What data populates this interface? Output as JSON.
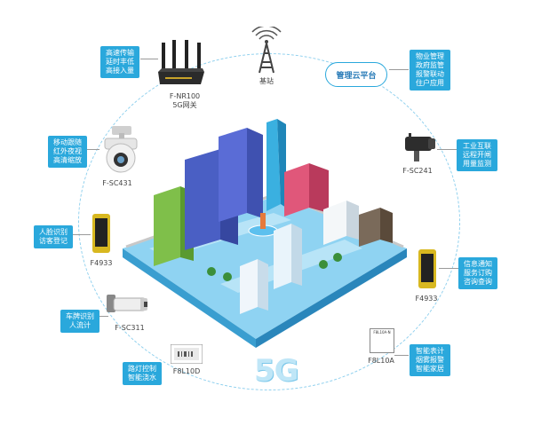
{
  "tower": {
    "caption": "基站"
  },
  "platform": {
    "label": "管理云平台"
  },
  "big_label": "5G",
  "devices": [
    {
      "id": "router",
      "caption": "F-NR100\n5G网关",
      "desc": "高速传输\n延时丰低\n高接入量"
    },
    {
      "id": "ptz",
      "caption": "F-SC431",
      "desc": "移动跟随\n红外夜视\n高清缩放"
    },
    {
      "id": "face-left",
      "caption": "F4933",
      "desc": "人脸识别\n访客登记"
    },
    {
      "id": "plate-cam",
      "caption": "F-SC311",
      "desc": "车牌识别\n人流计"
    },
    {
      "id": "module-left",
      "caption": "F8L10D",
      "desc": "路灯控制\n智能浇水"
    },
    {
      "id": "gov",
      "caption": "",
      "desc": "物业管理\n政府监管\n报警联动\n住户应用"
    },
    {
      "id": "bullet-cam",
      "caption": "F-SC241",
      "desc": "工业互联\n远程开闸\n用量监测"
    },
    {
      "id": "face-right",
      "caption": "F4933",
      "desc": "信息通知\n服务订购\n咨询查询"
    },
    {
      "id": "module-right",
      "caption": "F8L10A",
      "desc": "智能表计\n烟雾报警\n智能家居"
    }
  ],
  "module_chip_text": "F8L10A-N",
  "colors": {
    "accent": "#2aa8dc",
    "ring": "#8fd0ee",
    "ground": "#6fc3ea"
  }
}
